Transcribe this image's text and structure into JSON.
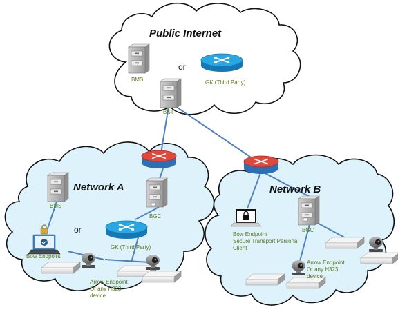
{
  "clouds": {
    "public": {
      "title": "Public Internet",
      "fill": "#ffffff"
    },
    "network_a": {
      "title": "Network A",
      "fill": "#ddf2fa"
    },
    "network_b": {
      "title": "Network B",
      "fill": "#ddf2fa"
    }
  },
  "labels": {
    "bms_public": "BMS",
    "or_public": "or",
    "gk_public": "GK (Third Party)",
    "bst": "BST",
    "bms_a": "BMS",
    "or_a": "or",
    "bgc_a": "BGC",
    "gk_a": "GK (Third Party)",
    "bow_endpoint_a": "Bow Endpoint",
    "arrow_a": [
      "Arrow Endpoint",
      "Or any H323",
      "device"
    ],
    "bgc_b": "BGC",
    "bow_endpoint_b": [
      "Bow Endpoint",
      "Secure Transport Personal",
      "Client"
    ],
    "arrow_b": [
      "Arrow Endpoint",
      "Or any H323",
      "device"
    ]
  },
  "colors": {
    "link": "#4f81bd",
    "label_text": "#5c7a1e",
    "router_top": "#2aa7e0",
    "router_side": "#1577b5",
    "edge_router_top": "#e0483c",
    "edge_router_side": "#2d6fb2"
  },
  "icons": [
    "server-icon",
    "router-icon",
    "laptop-icon",
    "video-endpoint-icon",
    "camera-icon"
  ]
}
